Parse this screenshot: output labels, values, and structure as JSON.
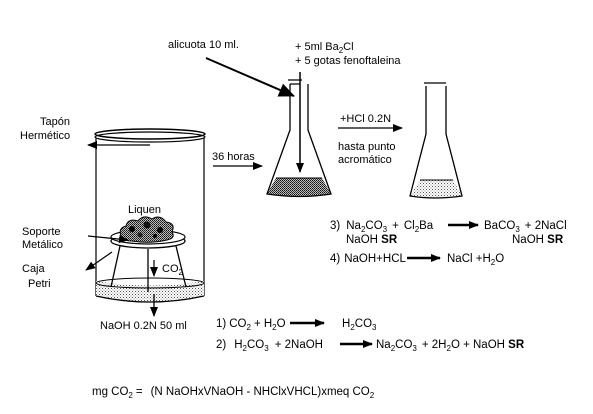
{
  "labels": {
    "aliquot": "alicuota 10 ml.",
    "reagent1": "+ 5ml Ba",
    "reagent1_sub": "2",
    "reagent1_tail": "Cl",
    "reagent2": "+ 5   gotas   fenoftaleina",
    "tapon_line1": "Tapón",
    "tapon_line2": "Hermético",
    "hours": "36 horas",
    "hcl_line1": "+HCl 0.2N",
    "hcl_line2": "hasta punto",
    "hcl_line3": "acromático",
    "liquen": "Liquen",
    "soporte_line1": "Soporte",
    "soporte_line2": "Metálico",
    "caja_line1": "Caja",
    "caja_line2": "Petri",
    "co2": "CO",
    "co2_sub": "2",
    "naoh": "NaOH 0.2N 50 ml"
  },
  "reactions": {
    "r3": {
      "num": "3)",
      "t1": "Na",
      "s1": "2",
      "t2": "CO",
      "s2": "3",
      "t3": "+",
      "t4": "Cl",
      "s3": "2",
      "t5": "Ba",
      "t6": "BaCO",
      "s4": "3",
      "t7": "+ 2NaCl",
      "naoh_left": "NaOH",
      "sr_left": "SR",
      "naoh_right": "NaOH",
      "sr_right": "SR"
    },
    "r4": {
      "num": "4)",
      "left": "NaOH+HCL",
      "right": "NaCl +H",
      "s1": "2",
      "tail": "O"
    },
    "r1": {
      "num": "1)",
      "t1": "CO",
      "s1": "2",
      "t2": "+ H",
      "s2": "2",
      "t3": "O",
      "t4": "H",
      "s3": "2",
      "t5": "CO",
      "s4": "3"
    },
    "r2": {
      "num": "2)",
      "t1": "H",
      "s1": "2",
      "t2": "CO",
      "s2": "3",
      "t3": "+   2NaOH",
      "t4": "Na",
      "s3": "2",
      "t5": "CO",
      "s4": "3",
      "t6": "+  2H",
      "s5": "2",
      "t7": "O  + NaOH",
      "sr": "SR"
    }
  },
  "formula": {
    "lead": "mg CO",
    "lead_sub": "2",
    "eq": "=",
    "body": "(N NaOHxVNaOH  -  NHClxVHCL)xmeq CO",
    "tail_sub": "2"
  },
  "colors": {
    "ink": "#000000",
    "background": "#ffffff",
    "stipple": "#8a8a8a"
  },
  "icons": [
    "arrow-icon",
    "flask-icon",
    "jar-icon",
    "petri-dish-icon"
  ]
}
